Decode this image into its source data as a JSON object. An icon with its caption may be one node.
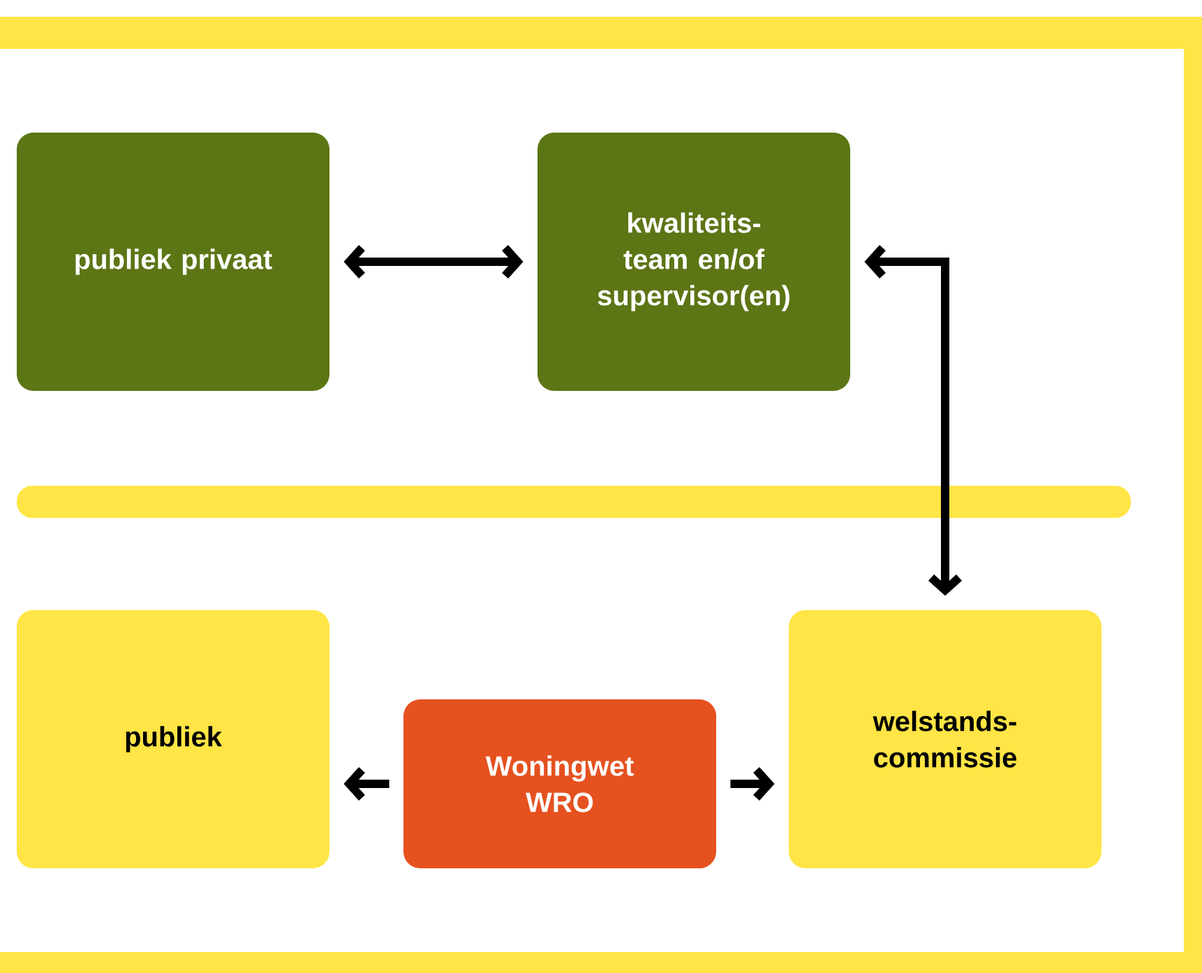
{
  "diagram": {
    "nodes": [
      {
        "text": [
          "publiek privaat"
        ]
      },
      {
        "text": [
          "kwaliteits- team en/of supervisor(en)"
        ]
      },
      {
        "text": [
          "publiek"
        ]
      },
      {
        "text": [
          "Woningwet WRO"
        ]
      },
      {
        "text": [
          "welstands- commissie"
        ]
      }
    ],
    "edges": [
      {
        "from": 0,
        "to": 1,
        "arrow": "both"
      },
      {
        "from": 4,
        "to": 1,
        "arrow": "both"
      },
      {
        "from": 3,
        "to": 2,
        "arrow": "to"
      },
      {
        "from": 3,
        "to": 4,
        "arrow": "to"
      }
    ]
  }
}
